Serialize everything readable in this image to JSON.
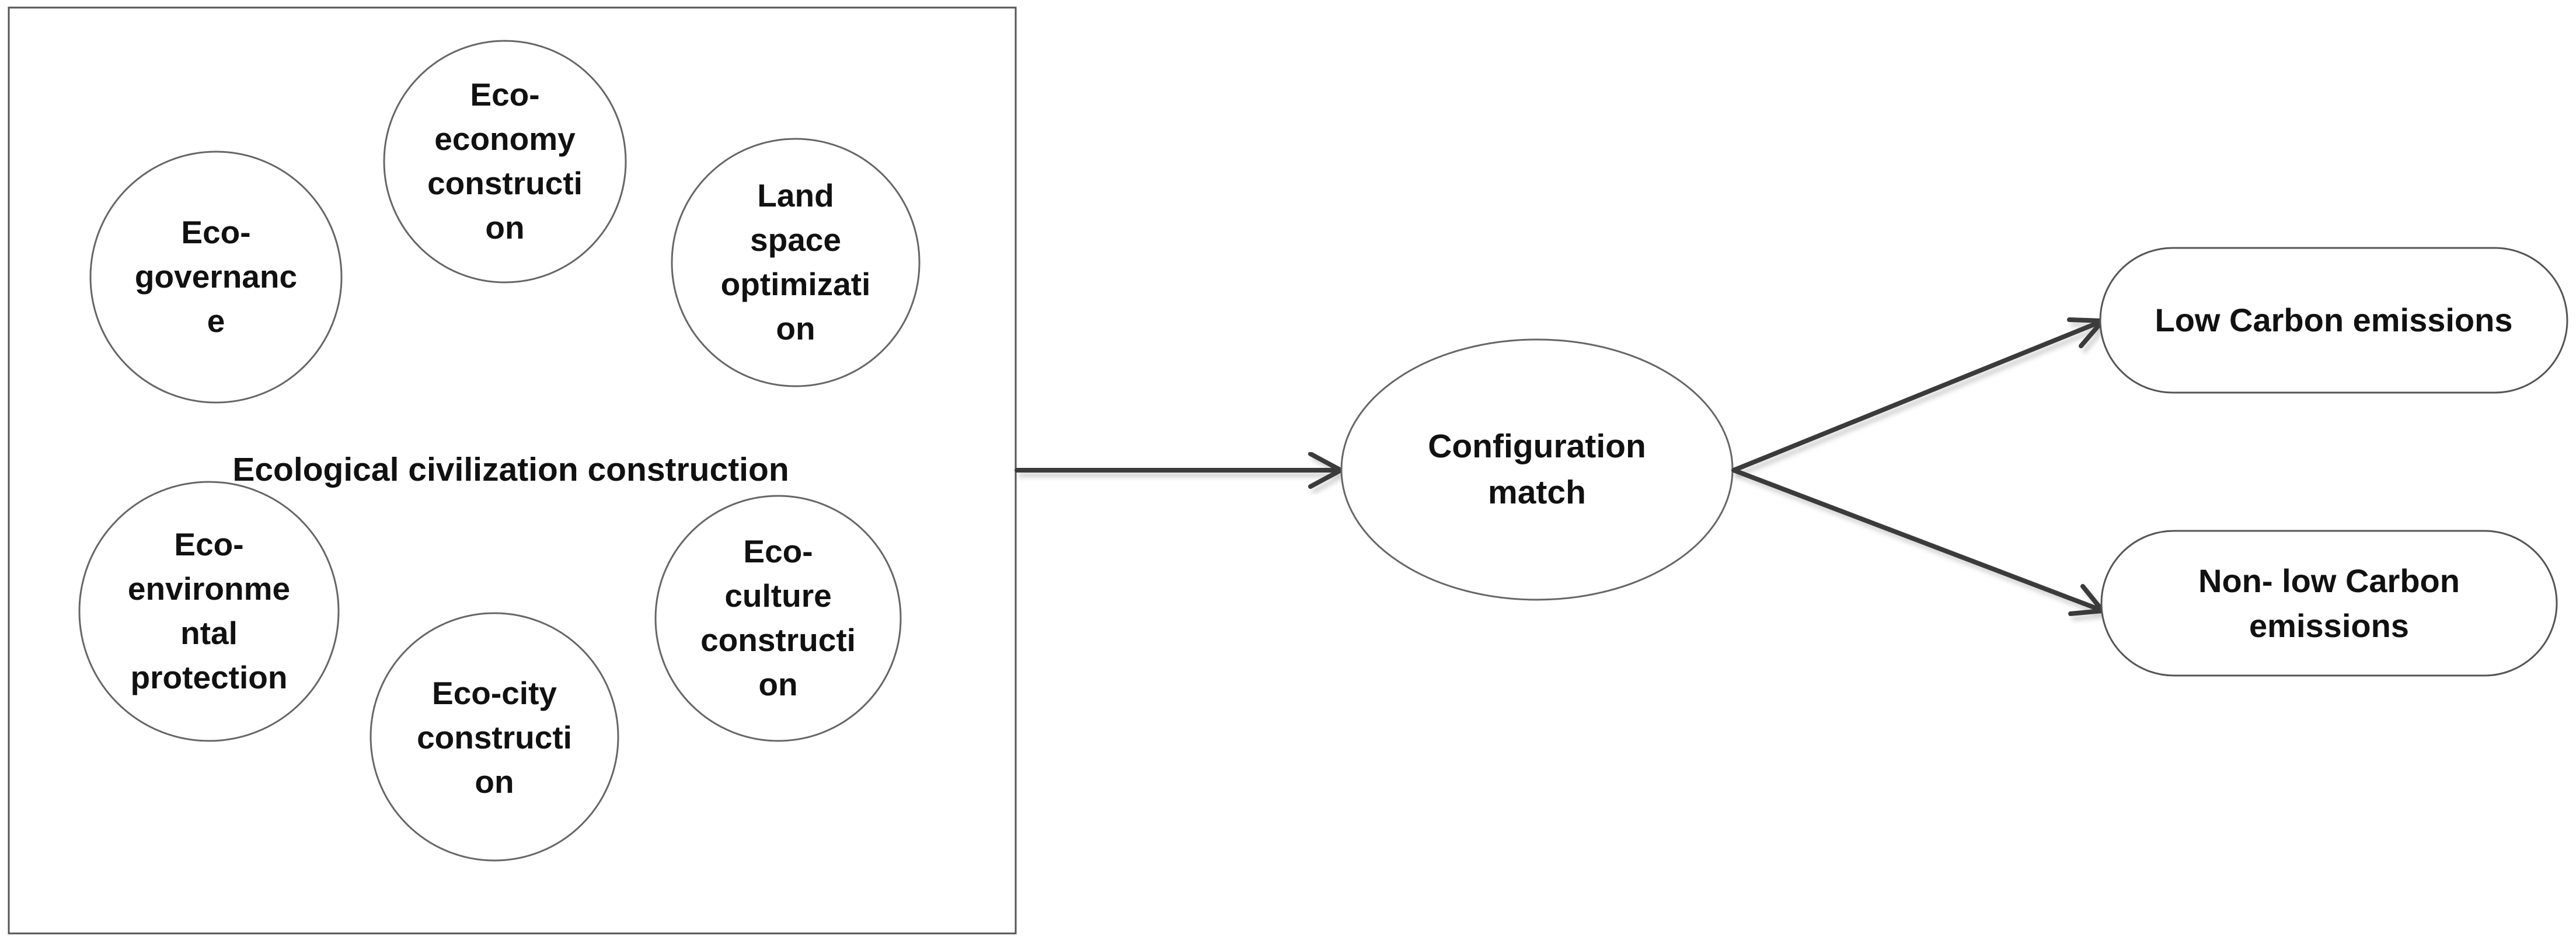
{
  "box": {
    "title": "Ecological civilization construction",
    "elements": [
      {
        "id": "eco-governance",
        "lines": [
          "Eco-",
          "governanc",
          "e"
        ]
      },
      {
        "id": "eco-economy",
        "lines": [
          "Eco-",
          "economy",
          "constructi",
          "on"
        ]
      },
      {
        "id": "land-space",
        "lines": [
          "Land",
          "space",
          "optimizati",
          "on"
        ]
      },
      {
        "id": "eco-environmental",
        "lines": [
          "Eco-",
          "environme",
          "ntal",
          "protection"
        ]
      },
      {
        "id": "eco-city",
        "lines": [
          "Eco-city",
          "constructi",
          "on"
        ]
      },
      {
        "id": "eco-culture",
        "lines": [
          "Eco-",
          "culture",
          "constructi",
          "on"
        ]
      }
    ]
  },
  "center": {
    "lines": [
      "Configuration",
      "match"
    ]
  },
  "outcomes": [
    {
      "id": "low-carbon",
      "lines": [
        "Low Carbon emissions"
      ]
    },
    {
      "id": "non-low-carbon",
      "lines": [
        "Non- low Carbon",
        "emissions"
      ]
    }
  ]
}
